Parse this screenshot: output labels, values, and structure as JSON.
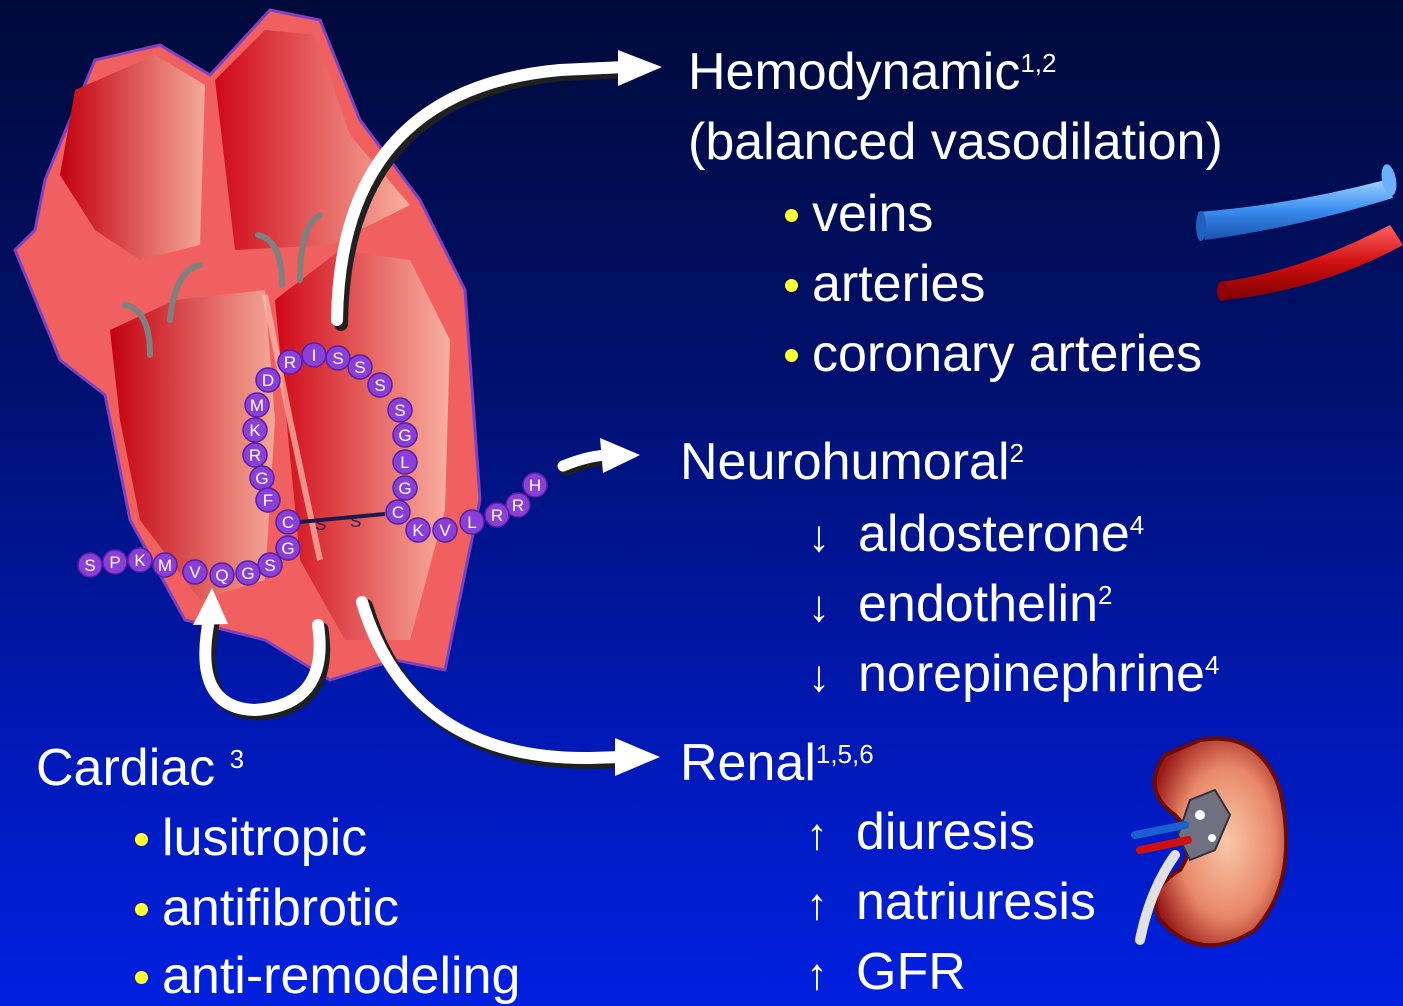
{
  "sequence": {
    "residues": [
      "S",
      "P",
      "K",
      "M",
      "V",
      "Q",
      "G",
      "S",
      "G",
      "C",
      "F",
      "G",
      "R",
      "K",
      "M",
      "D",
      "R",
      "I",
      "S",
      "S",
      "S",
      "S",
      "G",
      "L",
      "G",
      "C",
      "K",
      "V",
      "L",
      "R",
      "R",
      "H"
    ],
    "bridge": [
      "S",
      "S"
    ]
  },
  "hemodynamic": {
    "title": "Hemodynamic",
    "ref": "1,2",
    "subtitle": "(balanced vasodilation)",
    "items": [
      "veins",
      "arteries",
      "coronary arteries"
    ]
  },
  "neurohumoral": {
    "title": "Neurohumoral",
    "ref": "2",
    "arrow": "↓",
    "items": [
      {
        "label": "aldosterone",
        "ref": "4"
      },
      {
        "label": "endothelin",
        "ref": "2"
      },
      {
        "label": "norepinephrine",
        "ref": "4"
      }
    ]
  },
  "renal": {
    "title": "Renal",
    "ref": "1,5,6",
    "arrow": "↑",
    "items": [
      "diuresis",
      "natriuresis",
      "GFR"
    ]
  },
  "cardiac": {
    "title": "Cardiac ",
    "ref": "3",
    "items": [
      "lusitropic",
      "antifibrotic",
      "anti-remodeling"
    ]
  },
  "colors": {
    "bullet": "#ffff33",
    "vein": "#3a8ef0",
    "artery": "#d01010",
    "residue": "#8a3fd9",
    "heart": "#f06060"
  }
}
